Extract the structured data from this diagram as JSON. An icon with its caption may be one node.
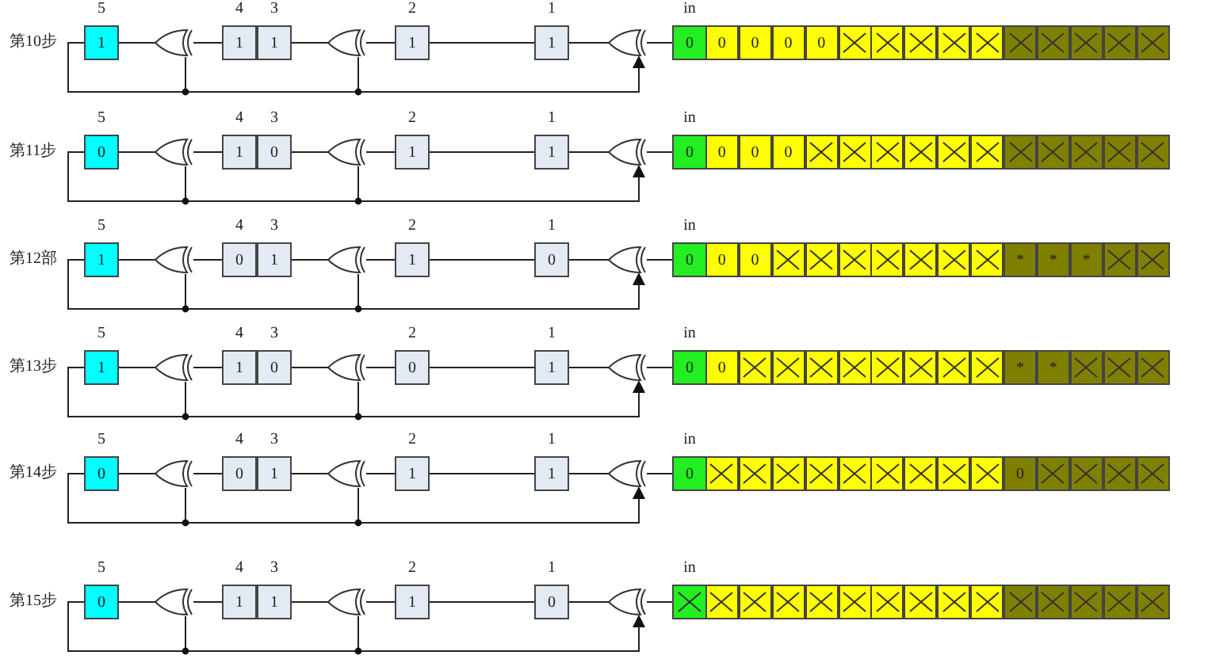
{
  "diagram": {
    "nodes": [
      {
        "text": [
          "5",
          "1"
        ]
      },
      {
        "text": [],
        "shape": "gate"
      },
      {
        "text": [
          "4",
          "1"
        ]
      },
      {
        "text": [
          "3",
          "1"
        ]
      },
      {
        "text": [],
        "shape": "gate"
      },
      {
        "text": [
          "2",
          "1"
        ]
      },
      {
        "text": [
          "1",
          "1"
        ]
      },
      {
        "text": [],
        "shape": "gate"
      },
      {
        "text": [
          "in",
          "0"
        ]
      },
      {
        "text": [
          "0"
        ]
      },
      {
        "text": [
          "0"
        ]
      },
      {
        "text": [
          "0"
        ]
      },
      {
        "text": [
          "0"
        ]
      },
      {
        "text": [],
        "shape": "box"
      },
      {
        "text": [],
        "shape": "box"
      },
      {
        "text": [],
        "shape": "box"
      },
      {
        "text": [],
        "shape": "box"
      },
      {
        "text": [],
        "shape": "box"
      },
      {
        "text": [],
        "shape": "box"
      },
      {
        "text": [],
        "shape": "box"
      },
      {
        "text": [],
        "shape": "box"
      },
      {
        "text": [],
        "shape": "box"
      },
      {
        "text": [],
        "shape": "box"
      },
      {
        "text": [
          "5",
          "0"
        ]
      },
      {
        "text": [],
        "shape": "gate"
      },
      {
        "text": [
          "4",
          "1"
        ]
      },
      {
        "text": [
          "3",
          "0"
        ]
      },
      {
        "text": [],
        "shape": "gate"
      },
      {
        "text": [
          "2",
          "1"
        ]
      },
      {
        "text": [
          "1",
          "1"
        ]
      },
      {
        "text": [],
        "shape": "gate"
      },
      {
        "text": [
          "in",
          "0"
        ]
      },
      {
        "text": [
          "0"
        ]
      },
      {
        "text": [
          "0"
        ]
      },
      {
        "text": [
          "0"
        ]
      },
      {
        "text": [],
        "shape": "box"
      },
      {
        "text": [],
        "shape": "box"
      },
      {
        "text": [],
        "shape": "box"
      },
      {
        "text": [],
        "shape": "box"
      },
      {
        "text": [],
        "shape": "box"
      },
      {
        "text": [],
        "shape": "box"
      },
      {
        "text": [],
        "shape": "box"
      },
      {
        "text": [],
        "shape": "box"
      },
      {
        "text": [],
        "shape": "box"
      },
      {
        "text": [],
        "shape": "box"
      },
      {
        "text": [],
        "shape": "box"
      },
      {
        "text": [
          "5",
          "1"
        ]
      },
      {
        "text": [],
        "shape": "gate"
      },
      {
        "text": [
          "4",
          "0"
        ]
      },
      {
        "text": [
          "3",
          "1"
        ]
      },
      {
        "text": [],
        "shape": "gate"
      },
      {
        "text": [
          "2",
          "1"
        ]
      },
      {
        "text": [
          "1",
          "0"
        ]
      },
      {
        "text": [],
        "shape": "gate"
      },
      {
        "text": [
          "in",
          "0"
        ]
      },
      {
        "text": [
          "0"
        ]
      },
      {
        "text": [
          "0"
        ]
      },
      {
        "text": [],
        "shape": "box"
      },
      {
        "text": [],
        "shape": "box"
      },
      {
        "text": [],
        "shape": "box"
      },
      {
        "text": [],
        "shape": "box"
      },
      {
        "text": [],
        "shape": "box"
      },
      {
        "text": [],
        "shape": "box"
      },
      {
        "text": [],
        "shape": "box"
      },
      {
        "text": [
          "*"
        ]
      },
      {
        "text": [
          "*"
        ]
      },
      {
        "text": [
          "*"
        ]
      },
      {
        "text": [],
        "shape": "box"
      },
      {
        "text": [],
        "shape": "box"
      },
      {
        "text": [
          "5",
          "1"
        ]
      },
      {
        "text": [],
        "shape": "gate"
      },
      {
        "text": [
          "4",
          "1"
        ]
      },
      {
        "text": [
          "3",
          "0"
        ]
      },
      {
        "text": [],
        "shape": "gate"
      },
      {
        "text": [
          "2",
          "0"
        ]
      },
      {
        "text": [
          "1",
          "1"
        ]
      },
      {
        "text": [],
        "shape": "gate"
      },
      {
        "text": [
          "in",
          "0"
        ]
      },
      {
        "text": [
          "0"
        ]
      },
      {
        "text": [],
        "shape": "box"
      },
      {
        "text": [],
        "shape": "box"
      },
      {
        "text": [],
        "shape": "box"
      },
      {
        "text": [],
        "shape": "box"
      },
      {
        "text": [],
        "shape": "box"
      },
      {
        "text": [],
        "shape": "box"
      },
      {
        "text": [],
        "shape": "box"
      },
      {
        "text": [],
        "shape": "box"
      },
      {
        "text": [
          "*"
        ]
      },
      {
        "text": [
          "*"
        ]
      },
      {
        "text": [],
        "shape": "box"
      },
      {
        "text": [],
        "shape": "box"
      },
      {
        "text": [],
        "shape": "box"
      },
      {
        "text": [
          "5",
          "0"
        ]
      },
      {
        "text": [],
        "shape": "gate"
      },
      {
        "text": [
          "4",
          "0"
        ]
      },
      {
        "text": [
          "3",
          "1"
        ]
      },
      {
        "text": [],
        "shape": "gate"
      },
      {
        "text": [
          "2",
          "1"
        ]
      },
      {
        "text": [
          "1",
          "1"
        ]
      },
      {
        "text": [],
        "shape": "gate"
      },
      {
        "text": [
          "in",
          "0"
        ]
      },
      {
        "text": [],
        "shape": "box"
      },
      {
        "text": [],
        "shape": "box"
      },
      {
        "text": [],
        "shape": "box"
      },
      {
        "text": [],
        "shape": "box"
      },
      {
        "text": [],
        "shape": "box"
      },
      {
        "text": [],
        "shape": "box"
      },
      {
        "text": [],
        "shape": "box"
      },
      {
        "text": [],
        "shape": "box"
      },
      {
        "text": [],
        "shape": "box"
      },
      {
        "text": [
          "0"
        ]
      },
      {
        "text": [],
        "shape": "box"
      },
      {
        "text": [],
        "shape": "box"
      },
      {
        "text": [],
        "shape": "box"
      },
      {
        "text": [],
        "shape": "box"
      },
      {
        "text": [
          "5",
          "0"
        ]
      },
      {
        "text": [],
        "shape": "gate"
      },
      {
        "text": [
          "4",
          "1"
        ]
      },
      {
        "text": [
          "3",
          "1"
        ]
      },
      {
        "text": [],
        "shape": "gate"
      },
      {
        "text": [
          "2",
          "1"
        ]
      },
      {
        "text": [
          "1",
          "0"
        ]
      },
      {
        "text": [],
        "shape": "gate"
      },
      {
        "text": [
          "in"
        ]
      },
      {
        "text": [],
        "shape": "box"
      },
      {
        "text": [],
        "shape": "box"
      },
      {
        "text": [],
        "shape": "box"
      },
      {
        "text": [],
        "shape": "box"
      },
      {
        "text": [],
        "shape": "box"
      },
      {
        "text": [],
        "shape": "box"
      },
      {
        "text": [],
        "shape": "box"
      },
      {
        "text": [],
        "shape": "box"
      },
      {
        "text": [],
        "shape": "box"
      },
      {
        "text": [],
        "shape": "box"
      },
      {
        "text": [],
        "shape": "box"
      },
      {
        "text": [],
        "shape": "box"
      },
      {
        "text": [],
        "shape": "box"
      },
      {
        "text": [],
        "shape": "box"
      }
    ],
    "edges": [
      {
        "from": 8,
        "to": 7,
        "arrow": "none"
      },
      {
        "from": 7,
        "to": 6,
        "arrow": "none"
      },
      {
        "from": 6,
        "to": 5,
        "arrow": "none"
      },
      {
        "from": 5,
        "to": 4,
        "arrow": "none"
      },
      {
        "from": 4,
        "to": 3,
        "arrow": "none"
      },
      {
        "from": 2,
        "to": 1,
        "arrow": "none"
      },
      {
        "from": 1,
        "to": 0,
        "arrow": "none"
      },
      {
        "from": 0,
        "to": 1,
        "arrow": "none"
      },
      {
        "from": 0,
        "to": 4,
        "arrow": "none"
      },
      {
        "from": 0,
        "to": 7,
        "arrow": "to"
      },
      {
        "from": 31,
        "to": 30,
        "arrow": "none"
      },
      {
        "from": 30,
        "to": 29,
        "arrow": "none"
      },
      {
        "from": 29,
        "to": 28,
        "arrow": "none"
      },
      {
        "from": 28,
        "to": 27,
        "arrow": "none"
      },
      {
        "from": 27,
        "to": 26,
        "arrow": "none"
      },
      {
        "from": 25,
        "to": 24,
        "arrow": "none"
      },
      {
        "from": 24,
        "to": 23,
        "arrow": "none"
      },
      {
        "from": 23,
        "to": 24,
        "arrow": "none"
      },
      {
        "from": 23,
        "to": 27,
        "arrow": "none"
      },
      {
        "from": 23,
        "to": 30,
        "arrow": "to"
      },
      {
        "from": 54,
        "to": 53,
        "arrow": "none"
      },
      {
        "from": 53,
        "to": 52,
        "arrow": "none"
      },
      {
        "from": 52,
        "to": 51,
        "arrow": "none"
      },
      {
        "from": 51,
        "to": 50,
        "arrow": "none"
      },
      {
        "from": 50,
        "to": 49,
        "arrow": "none"
      },
      {
        "from": 48,
        "to": 47,
        "arrow": "none"
      },
      {
        "from": 47,
        "to": 46,
        "arrow": "none"
      },
      {
        "from": 46,
        "to": 47,
        "arrow": "none"
      },
      {
        "from": 46,
        "to": 50,
        "arrow": "none"
      },
      {
        "from": 46,
        "to": 53,
        "arrow": "to"
      },
      {
        "from": 77,
        "to": 76,
        "arrow": "none"
      },
      {
        "from": 76,
        "to": 75,
        "arrow": "none"
      },
      {
        "from": 75,
        "to": 74,
        "arrow": "none"
      },
      {
        "from": 74,
        "to": 73,
        "arrow": "none"
      },
      {
        "from": 73,
        "to": 72,
        "arrow": "none"
      },
      {
        "from": 71,
        "to": 70,
        "arrow": "none"
      },
      {
        "from": 70,
        "to": 69,
        "arrow": "none"
      },
      {
        "from": 69,
        "to": 70,
        "arrow": "none"
      },
      {
        "from": 69,
        "to": 73,
        "arrow": "none"
      },
      {
        "from": 69,
        "to": 76,
        "arrow": "to"
      },
      {
        "from": 100,
        "to": 99,
        "arrow": "none"
      },
      {
        "from": 99,
        "to": 98,
        "arrow": "none"
      },
      {
        "from": 98,
        "to": 97,
        "arrow": "none"
      },
      {
        "from": 97,
        "to": 96,
        "arrow": "none"
      },
      {
        "from": 96,
        "to": 95,
        "arrow": "none"
      },
      {
        "from": 94,
        "to": 93,
        "arrow": "none"
      },
      {
        "from": 93,
        "to": 92,
        "arrow": "none"
      },
      {
        "from": 92,
        "to": 93,
        "arrow": "none"
      },
      {
        "from": 92,
        "to": 96,
        "arrow": "none"
      },
      {
        "from": 92,
        "to": 99,
        "arrow": "to"
      },
      {
        "from": 123,
        "to": 122,
        "arrow": "none"
      },
      {
        "from": 122,
        "to": 121,
        "arrow": "none"
      },
      {
        "from": 121,
        "to": 120,
        "arrow": "none"
      },
      {
        "from": 120,
        "to": 119,
        "arrow": "none"
      },
      {
        "from": 119,
        "to": 118,
        "arrow": "none"
      },
      {
        "from": 117,
        "to": 116,
        "arrow": "none"
      },
      {
        "from": 116,
        "to": 115,
        "arrow": "none"
      },
      {
        "from": 115,
        "to": 116,
        "arrow": "none"
      },
      {
        "from": 115,
        "to": 119,
        "arrow": "none"
      },
      {
        "from": 115,
        "to": 122,
        "arrow": "to"
      }
    ],
    "labels": [
      "第10步",
      "第11步",
      "第12部",
      "第13步",
      "第14步",
      "第15步"
    ]
  }
}
